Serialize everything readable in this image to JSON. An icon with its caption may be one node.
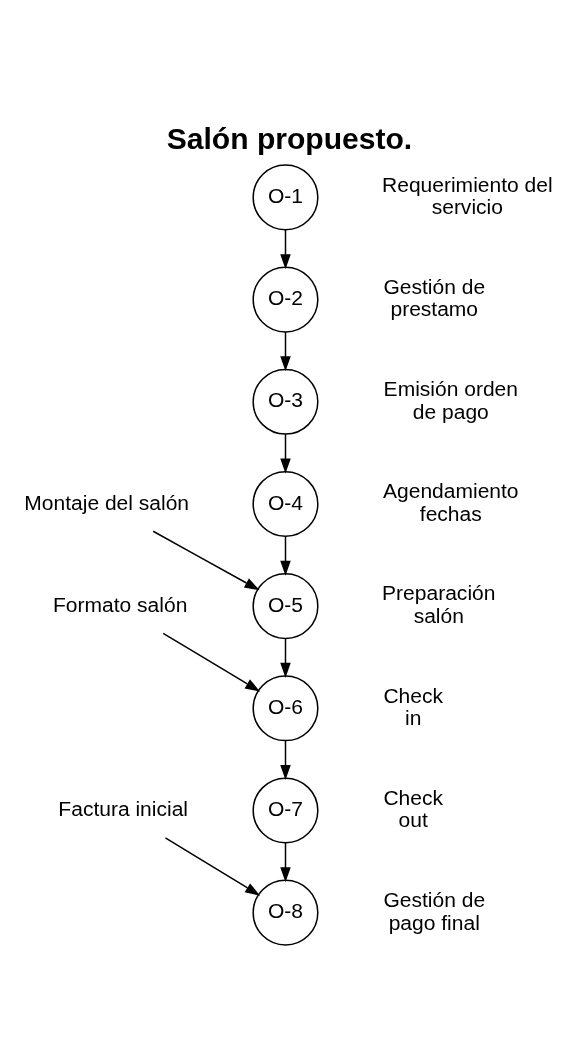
{
  "diagram": {
    "title": "Salón propuesto.",
    "nodes": [
      {
        "text": [
          "O-1"
        ],
        "beside": [
          "Requerimiento del servicio"
        ]
      },
      {
        "text": [
          "O-2"
        ],
        "beside": [
          "Gestión de prestamo"
        ]
      },
      {
        "text": [
          "O-3"
        ],
        "beside": [
          "Emisión orden de pago"
        ]
      },
      {
        "text": [
          "O-4"
        ],
        "beside": [
          "Agendamiento fechas"
        ]
      },
      {
        "text": [
          "Montaje del salón"
        ]
      },
      {
        "text": [
          "O-5"
        ],
        "beside": [
          "Preparación salón"
        ]
      },
      {
        "text": [
          "Formato salón"
        ]
      },
      {
        "text": [
          "O-6"
        ],
        "beside": [
          "Check in"
        ]
      },
      {
        "text": [
          "O-7"
        ],
        "beside": [
          "Check out"
        ]
      },
      {
        "text": [
          "Factura inicial"
        ]
      },
      {
        "text": [
          "O-8"
        ],
        "beside": [
          "Gestión de pago final"
        ]
      }
    ],
    "edges": [
      {
        "from": 0,
        "to": 1,
        "arrow": "to"
      },
      {
        "from": 1,
        "to": 2,
        "arrow": "to"
      },
      {
        "from": 2,
        "to": 3,
        "arrow": "to"
      },
      {
        "from": 3,
        "to": 5,
        "arrow": "to"
      },
      {
        "from": 4,
        "to": 5,
        "arrow": "to"
      },
      {
        "from": 5,
        "to": 7,
        "arrow": "to"
      },
      {
        "from": 6,
        "to": 7,
        "arrow": "to"
      },
      {
        "from": 7,
        "to": 8,
        "arrow": "to"
      },
      {
        "from": 8,
        "to": 10,
        "arrow": "to"
      },
      {
        "from": 9,
        "to": 10,
        "arrow": "to"
      }
    ]
  }
}
